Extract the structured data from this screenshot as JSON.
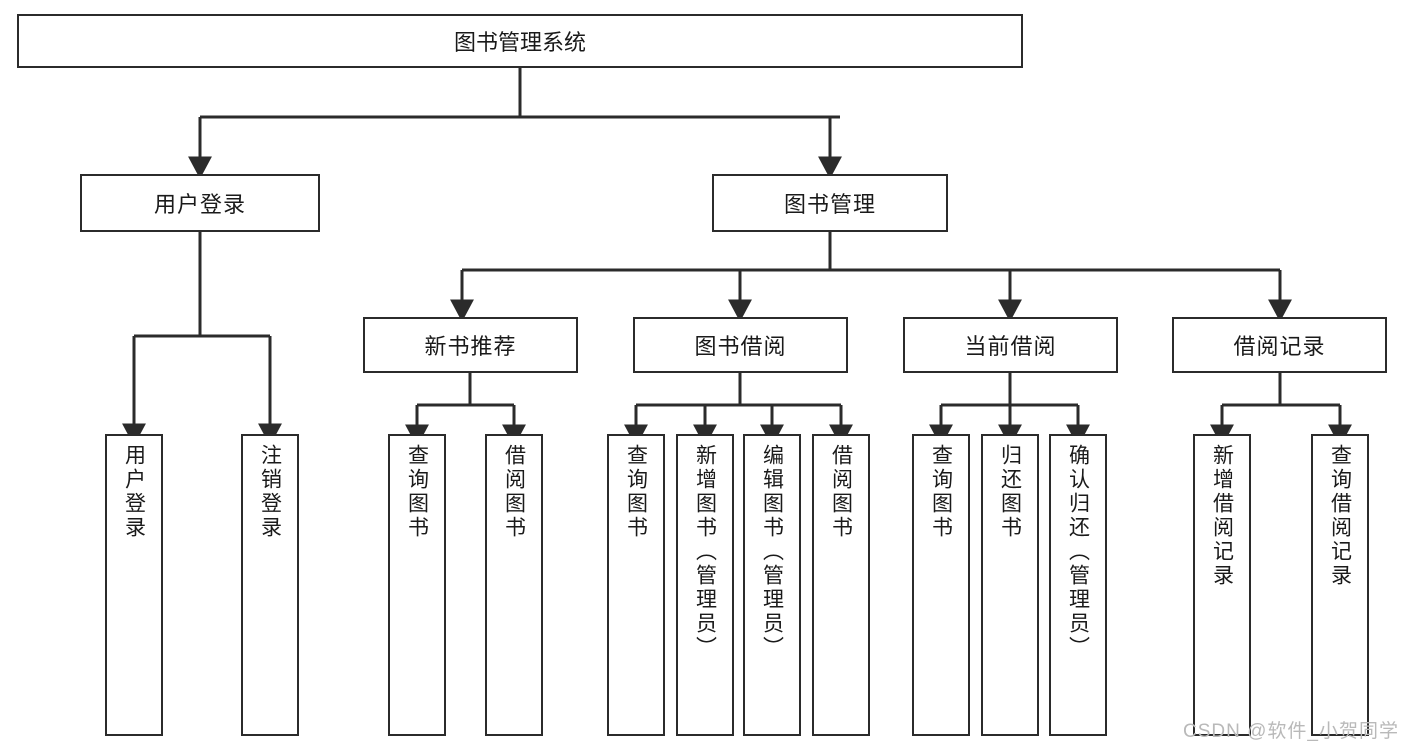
{
  "diagram": {
    "title": "图书管理系统",
    "type": "tree-hierarchy",
    "root": {
      "label": "图书管理系统"
    },
    "level2": [
      {
        "label": "用户登录"
      },
      {
        "label": "图书管理"
      }
    ],
    "level3": [
      {
        "label": "新书推荐"
      },
      {
        "label": "图书借阅"
      },
      {
        "label": "当前借阅"
      },
      {
        "label": "借阅记录"
      }
    ],
    "leaves": [
      {
        "label": "用户登录",
        "parent": "用户登录"
      },
      {
        "label": "注销登录",
        "parent": "用户登录"
      },
      {
        "label": "查询图书",
        "parent": "新书推荐"
      },
      {
        "label": "借阅图书",
        "parent": "新书推荐"
      },
      {
        "label": "查询图书",
        "parent": "图书借阅"
      },
      {
        "label": "新增图书（管理员）",
        "parent": "图书借阅"
      },
      {
        "label": "编辑图书（管理员）",
        "parent": "图书借阅"
      },
      {
        "label": "借阅图书",
        "parent": "图书借阅"
      },
      {
        "label": "查询图书",
        "parent": "当前借阅"
      },
      {
        "label": "归还图书",
        "parent": "当前借阅"
      },
      {
        "label": "确认归还（管理员）",
        "parent": "当前借阅"
      },
      {
        "label": "新增借阅记录",
        "parent": "借阅记录"
      },
      {
        "label": "查询借阅记录",
        "parent": "借阅记录"
      }
    ]
  },
  "watermark": {
    "text": "CSDN @软件_小贺同学"
  },
  "colors": {
    "box_border": "#2b2b2b",
    "box_fill": "#ffffff",
    "text": "#1a1a1a",
    "connector": "#2b2b2b",
    "watermark": "#b9b9b9"
  }
}
